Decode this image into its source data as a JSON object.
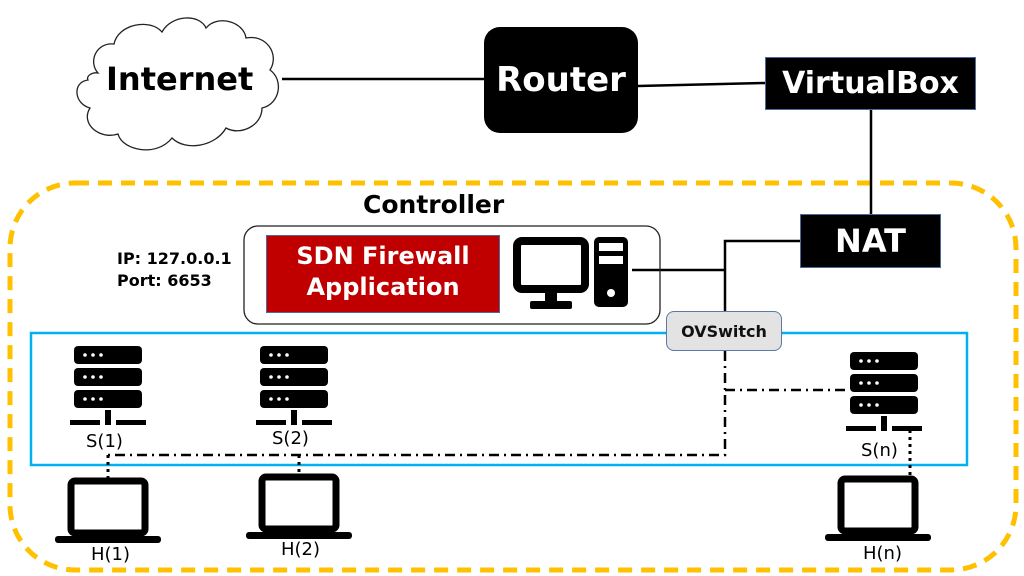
{
  "title": "SDN Firewall network topology",
  "nodes": {
    "internet": "Internet",
    "router": "Router",
    "virtualbox": "VirtualBox",
    "nat": "NAT",
    "controller": "Controller",
    "controller_ip": "IP: 127.0.0.1",
    "controller_port": "Port: 6653",
    "sdn_app_line1": "SDN Firewall",
    "sdn_app_line2": "Application",
    "ovswitch": "OVSwitch"
  },
  "switches": [
    {
      "label": "S(1)"
    },
    {
      "label": "S(2)"
    },
    {
      "label": "S(n)"
    }
  ],
  "hosts": [
    {
      "label": "H(1)"
    },
    {
      "label": "H(2)"
    },
    {
      "label": "H(n)"
    }
  ],
  "colors": {
    "controller_boundary": "#ffc000",
    "switch_network_boundary": "#00b0f0",
    "sdn_app_fill": "#c00000",
    "ovswitch_fill": "#e3e3e3"
  }
}
